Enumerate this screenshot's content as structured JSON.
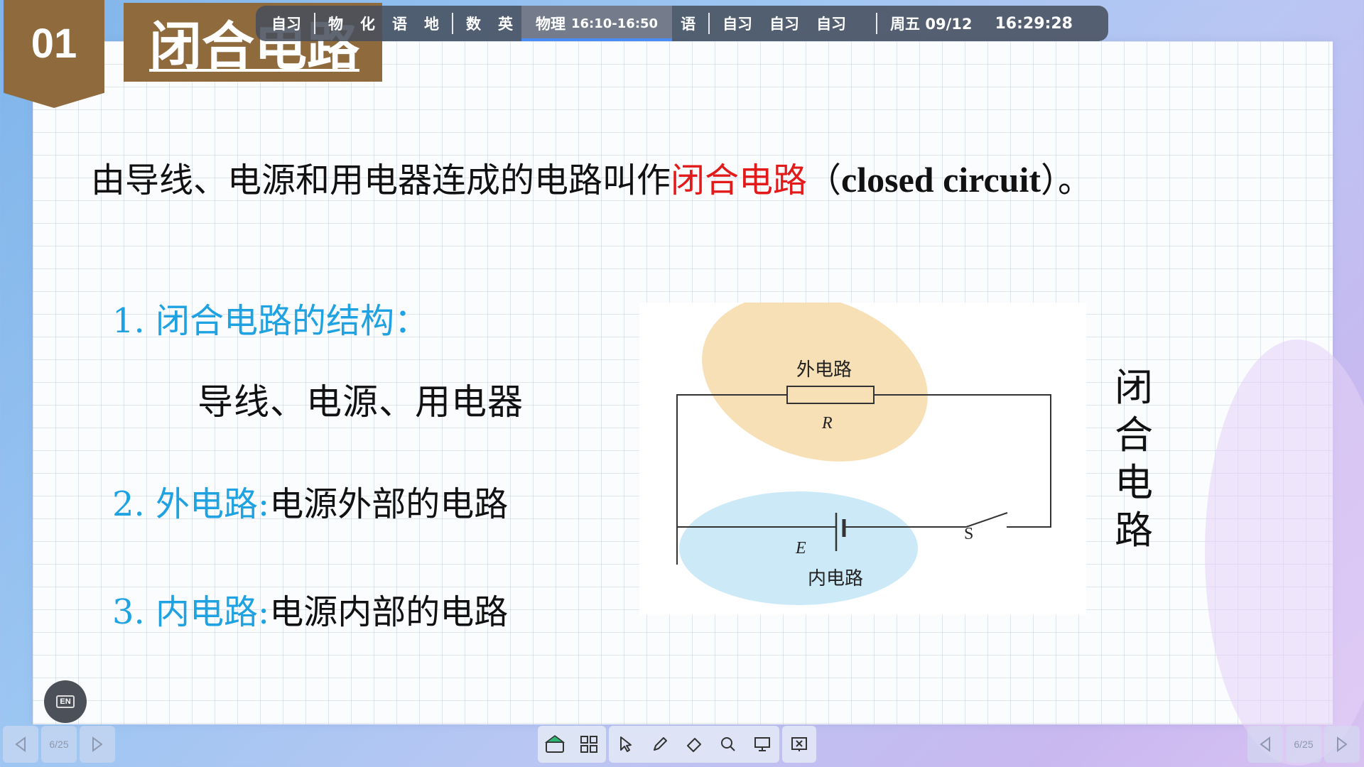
{
  "header": {
    "section_number": "01",
    "title": "闭合电路"
  },
  "schedule_bar": {
    "items": [
      {
        "label": "自习"
      },
      {
        "label": "物"
      },
      {
        "label": "化"
      },
      {
        "label": "语"
      },
      {
        "label": "地"
      },
      {
        "label": "数"
      },
      {
        "label": "英"
      },
      {
        "label": "物理",
        "time": "16:10-16:50",
        "active": true
      },
      {
        "label": "语"
      },
      {
        "label": "自习"
      },
      {
        "label": "自习"
      },
      {
        "label": "自习"
      }
    ],
    "day": "周五 09/12",
    "clock": "16:29:28"
  },
  "content": {
    "definition_before": "由导线、电源和用电器连成的电路叫作",
    "definition_highlight": "闭合电路",
    "definition_paren_open": "（",
    "definition_english": "closed circuit",
    "definition_after": "）。",
    "item1_title": "1. 闭合电路的结构：",
    "item1_body": "导线、电源、用电器",
    "item2_title": "2. 外电路:",
    "item2_body": "电源外部的电路",
    "item3_title": "3. 内电路:",
    "item3_body": "电源内部的电路",
    "vertical_label": [
      "闭",
      "合",
      "电",
      "路"
    ]
  },
  "diagram": {
    "outer_label": "外电路",
    "resistor_label": "R",
    "inner_label": "内电路",
    "source_label": "E",
    "switch_label": "S",
    "outer_color": "#f7d9a8",
    "inner_color": "#c4e4f7"
  },
  "controls": {
    "language_button": "EN",
    "page_indicator": "6/25",
    "toolbar_icons": [
      "whiteboard-icon",
      "apps-grid-icon",
      "pointer-icon",
      "pen-icon",
      "eraser-icon",
      "search-icon",
      "screen-display-icon",
      "exit-icon"
    ]
  },
  "colors": {
    "badge": "#8f6a3c",
    "heading_blue": "#1fa2e2",
    "highlight_red": "#e21a1a"
  }
}
